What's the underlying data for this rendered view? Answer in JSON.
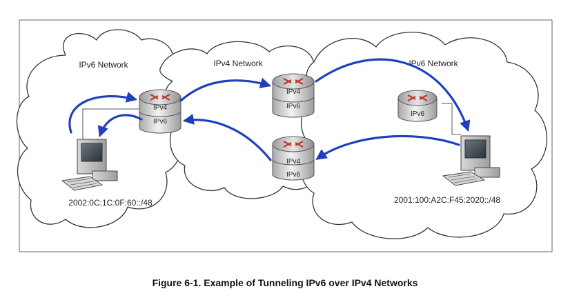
{
  "networks": {
    "left": "IPv6 Network",
    "middle": "IPv4 Network",
    "right": "IPv6 Network"
  },
  "routers": {
    "left_dual": {
      "top": "IPv4",
      "bottom": "IPv6"
    },
    "middle_top": {
      "top": "IPv4",
      "bottom": "IPv6"
    },
    "middle_bottom": {
      "top": "IPv4",
      "bottom": "IPv6"
    },
    "right_v6": {
      "label": "IPv6"
    }
  },
  "hosts": {
    "left_prefix": "2002:0C:1C:0F:60::/48",
    "right_prefix": "2001:100:A2C:F45:2020::/48"
  },
  "caption": "Figure 6-1. Example of Tunneling IPv6 over IPv4 Networks",
  "colors": {
    "arrow": "#1f3fbf",
    "router_arrows": "#c0392b",
    "cloud_stroke": "#333333",
    "frame": "#666666"
  }
}
